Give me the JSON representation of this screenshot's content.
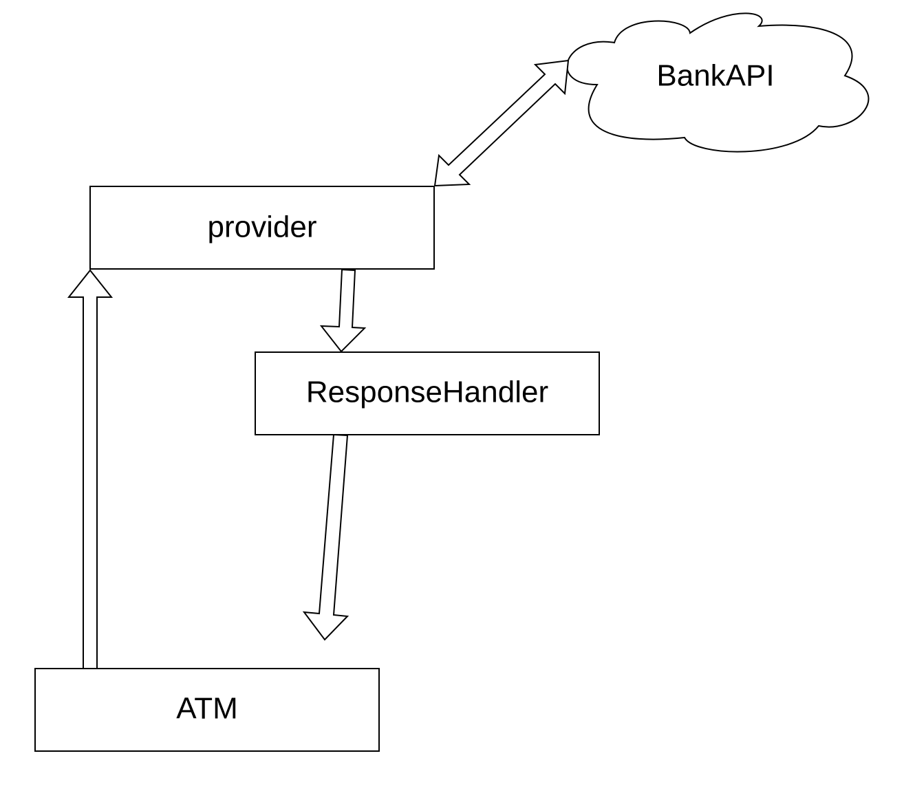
{
  "nodes": {
    "bankapi": {
      "label": "BankAPI",
      "shape": "cloud"
    },
    "provider": {
      "label": "provider",
      "shape": "rectangle"
    },
    "response_handler": {
      "label": "ResponseHandler",
      "shape": "rectangle"
    },
    "atm": {
      "label": "ATM",
      "shape": "rectangle"
    }
  },
  "edges": [
    {
      "from": "provider",
      "to": "bankapi",
      "style": "hollow-block-arrow",
      "direction": "both"
    },
    {
      "from": "provider",
      "to": "response_handler",
      "style": "hollow-block-arrow",
      "direction": "forward"
    },
    {
      "from": "response_handler",
      "to": "",
      "style": "hollow-block-arrow",
      "direction": "forward"
    },
    {
      "from": "atm",
      "to": "provider",
      "style": "hollow-block-arrow",
      "direction": "forward"
    }
  ],
  "colors": {
    "background": "#ffffff",
    "stroke": "#000000",
    "fill": "#ffffff",
    "text": "#000000"
  }
}
